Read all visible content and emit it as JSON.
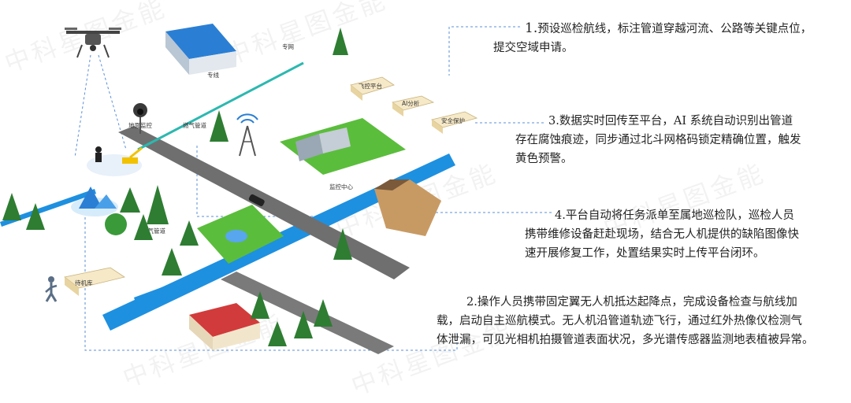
{
  "watermark": "中科星图金能",
  "colors": {
    "river": "#1e90e0",
    "grass": "#5bbd3c",
    "road": "#6b6b6b",
    "tree": "#2e7d32",
    "pipeline": "#2cb8b0",
    "dashed_line": "#5a8fd8"
  },
  "steps": [
    {
      "num": "1.",
      "text1": "预设巡检航线，标注管道穿越河流、公路等关键点位，",
      "text2": "提交空域申请。"
    },
    {
      "num": "3.",
      "text1": "数据实时回传至平台，AI 系统自动识别出管道",
      "text2": "存在腐蚀痕迹，同步通过北斗网格码锁定精确位置，触发",
      "text3": "黄色预警。"
    },
    {
      "num": "4.",
      "text1": "平台自动将任务派单至属地巡检队，巡检人员",
      "text2": "携带维修设备赶赴现场，结合无人机提供的缺陷图像快",
      "text3": "速开展修复工作，处置结果实时上传平台闭环。"
    },
    {
      "num": "2.",
      "text1": "操作人员携带固定翼无人机抵达起降点，完成设备检查与航线加",
      "text2": "载，启动自主巡航模式。无人机沿管道轨迹飞行，通过红外热像仪检测气",
      "text3": "体泄漏，可见光相机拍摄管道表面状况，多光谱传感器监测地表植被异常。"
    }
  ],
  "map_labels": {
    "zone_a": "专网",
    "zone_b": "专线",
    "takeoff": "飞控平台",
    "ai": "AI分析",
    "safety": "安全保护",
    "ground_monitor": "地面监控",
    "gas_pipe": "燃气管道",
    "control_center": "监控中心",
    "pipe2": "燃气管道",
    "standby": "待机库"
  },
  "icons": [
    "drone-icon",
    "camera-icon",
    "signal-tower-icon",
    "worker-icon",
    "walking-person-icon"
  ]
}
